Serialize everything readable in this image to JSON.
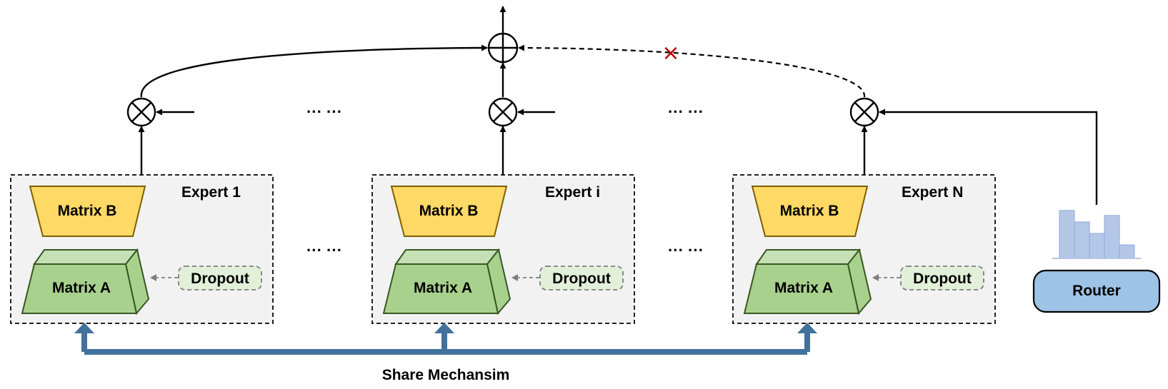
{
  "experts": [
    {
      "title": "Expert 1",
      "matrix_b": "Matrix B",
      "matrix_a": "Matrix A",
      "dropout": "Dropout"
    },
    {
      "title": "Expert i",
      "matrix_b": "Matrix B",
      "matrix_a": "Matrix A",
      "dropout": "Dropout"
    },
    {
      "title": "Expert N",
      "matrix_b": "Matrix B",
      "matrix_a": "Matrix A",
      "dropout": "Dropout"
    }
  ],
  "ellipsis": "··· ···",
  "router": {
    "label": "Router"
  },
  "share_label": "Share Mechansim",
  "blocked_marker": "×",
  "router_histogram": [
    0.96,
    0.73,
    0.5,
    0.86,
    0.27
  ],
  "colors": {
    "expert_fill": "#f2f2f2",
    "matrix_b": "#ffd966",
    "matrix_a": "#a9d18e",
    "matrix_a_top": "#c5e0b4",
    "dropout_fill": "#e2f0d9",
    "router_fill": "#9dc3e6",
    "share_arrow": "#41719c",
    "histogram": "#b4c7e7",
    "blocked": "#c00000"
  }
}
